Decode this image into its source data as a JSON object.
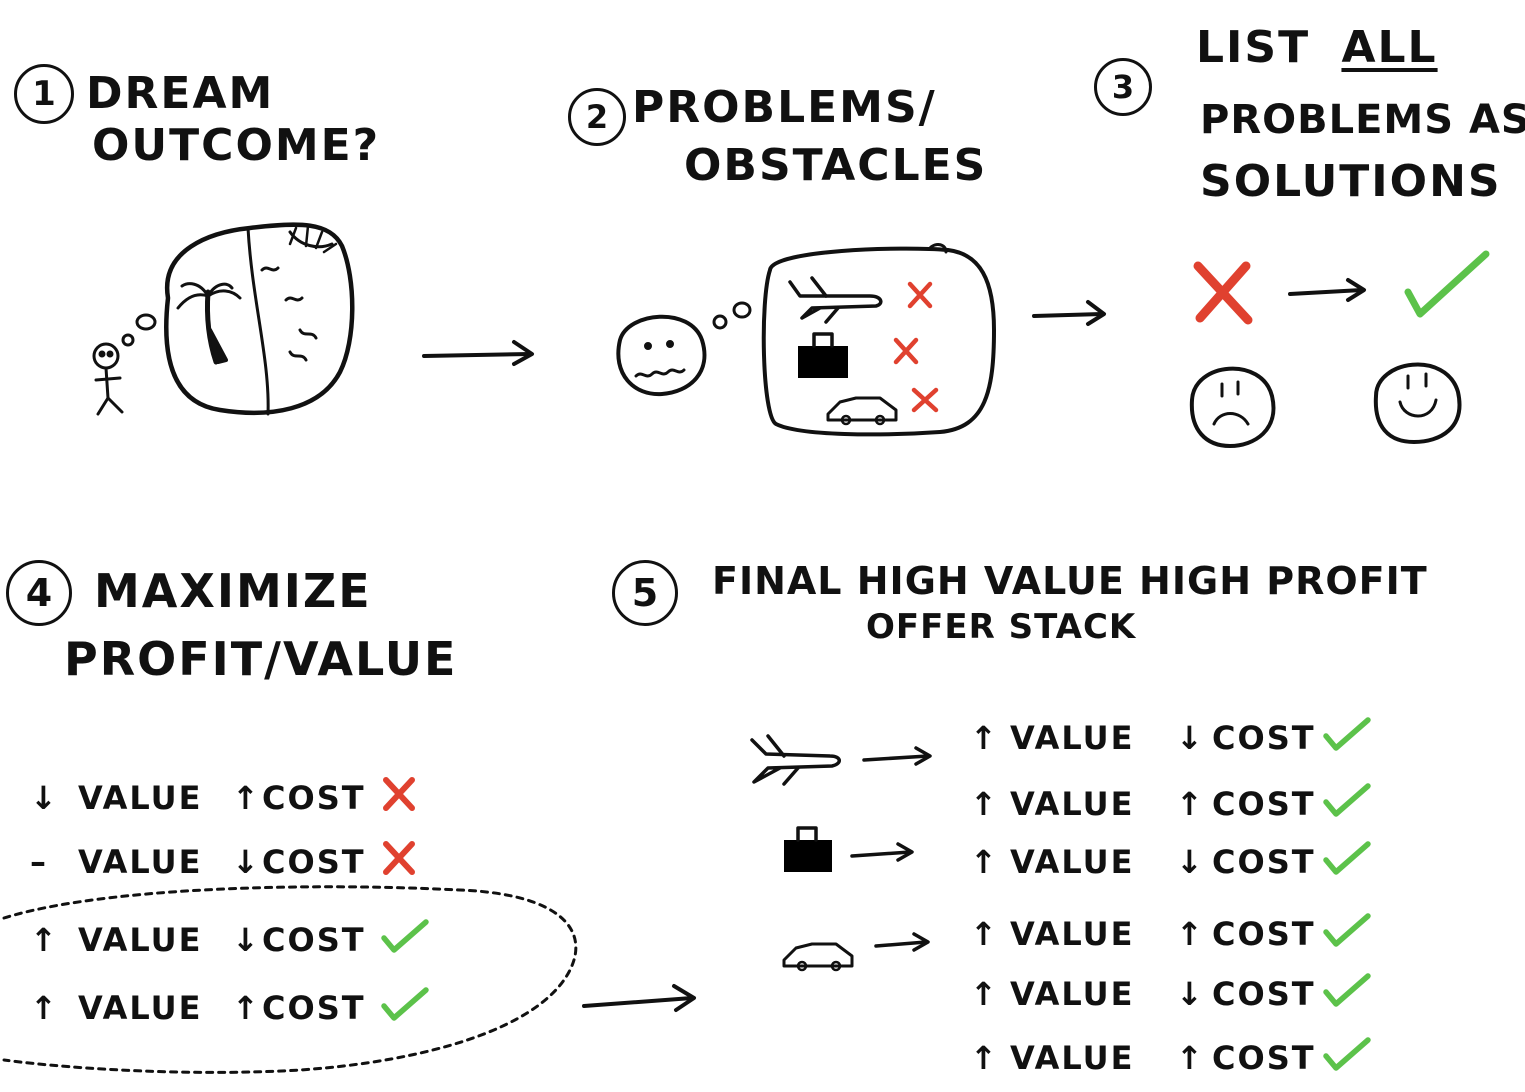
{
  "colors": {
    "ink": "#111111",
    "cross": "#e0412f",
    "check": "#5cc24a"
  },
  "step1": {
    "num": "1",
    "title_line1": "Dream",
    "title_line2": "Outcome?"
  },
  "step2": {
    "num": "2",
    "title_line1": "Problems/",
    "title_line2": "Obstacles"
  },
  "step3": {
    "num": "3",
    "title_line1a": "List",
    "title_line1b": "All",
    "title_line2": "Problems as",
    "title_line3": "Solutions"
  },
  "step4": {
    "num": "4",
    "title_line1": "Maximize",
    "title_line2": "Profit/Value",
    "rows": [
      {
        "value_arrow": "↓",
        "value": "Value",
        "cost_arrow": "↑",
        "cost": "Cost",
        "mark": "cross"
      },
      {
        "value_arrow": "–",
        "value": "Value",
        "cost_arrow": "↓",
        "cost": "Cost",
        "mark": "cross"
      },
      {
        "value_arrow": "↑",
        "value": "Value",
        "cost_arrow": "↓",
        "cost": "Cost",
        "mark": "check"
      },
      {
        "value_arrow": "↑",
        "value": "Value",
        "cost_arrow": "↑",
        "cost": "Cost",
        "mark": "check"
      }
    ]
  },
  "step5": {
    "num": "5",
    "title_line1": "Final High Value High Profit",
    "title_line2": "offer stack",
    "rows": [
      {
        "value_arrow": "↑",
        "value": "Value",
        "cost_arrow": "↓",
        "cost": "Cost",
        "mark": "check"
      },
      {
        "value_arrow": "↑",
        "value": "Value",
        "cost_arrow": "↑",
        "cost": "Cost",
        "mark": "check"
      },
      {
        "value_arrow": "↑",
        "value": "Value",
        "cost_arrow": "↓",
        "cost": "Cost",
        "mark": "check"
      },
      {
        "value_arrow": "↑",
        "value": "Value",
        "cost_arrow": "↑",
        "cost": "Cost",
        "mark": "check"
      },
      {
        "value_arrow": "↑",
        "value": "Value",
        "cost_arrow": "↓",
        "cost": "Cost",
        "mark": "check"
      },
      {
        "value_arrow": "↑",
        "value": "Value",
        "cost_arrow": "↑",
        "cost": "Cost",
        "mark": "check"
      }
    ]
  }
}
